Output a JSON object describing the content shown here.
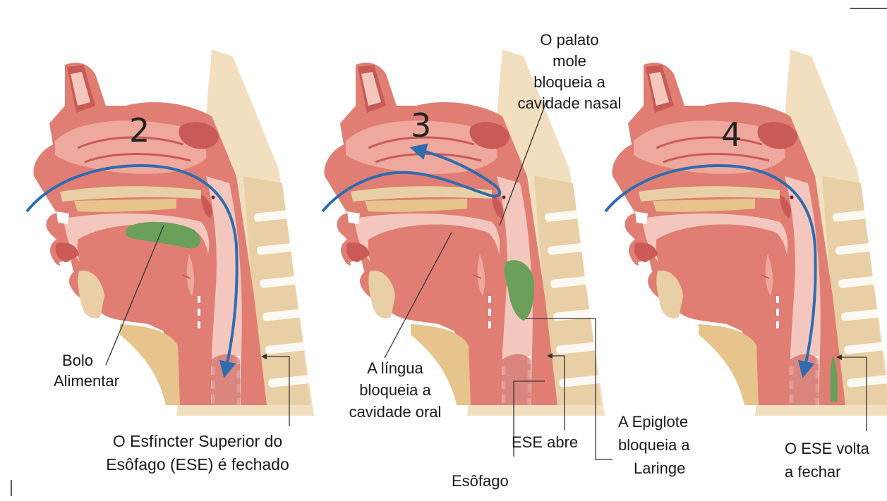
{
  "colors": {
    "flesh": "#e07e73",
    "flesh_dark": "#c95a55",
    "flesh_light": "#eea89d",
    "cavity": "#f3c7bd",
    "bone": "#e9cfa5",
    "bone_light": "#f2dfc0",
    "fat": "#e6c48c",
    "bolus": "#6aa05a",
    "arrow": "#2f6cb0",
    "leader": "#333333"
  },
  "panels": [
    {
      "number": "2",
      "bolus_position": "tongue"
    },
    {
      "number": "3",
      "bolus_position": "pharynx"
    },
    {
      "number": "4",
      "bolus_position": "esophagus"
    }
  ],
  "labels": {
    "bolo": [
      "Bolo",
      "Alimentar"
    ],
    "ese_fechado": [
      "O Esfíncter Superior do",
      "Esôfago (ESE) é fechado"
    ],
    "palato": [
      "O palato",
      "mole",
      "bloqueia a",
      "cavidade nasal"
    ],
    "lingua": [
      "A língua",
      "bloqueia a",
      "cavidade oral"
    ],
    "ese_abre": "ESE abre",
    "esofago": "Esôfago",
    "epiglote": [
      "A Epiglote",
      "bloqueia a",
      "Laringe"
    ],
    "ese_volta": [
      "O ESE volta",
      "a fechar"
    ]
  },
  "icons": [
    "curved-flow-arrow-icon",
    "leader-arrowhead-icon"
  ]
}
